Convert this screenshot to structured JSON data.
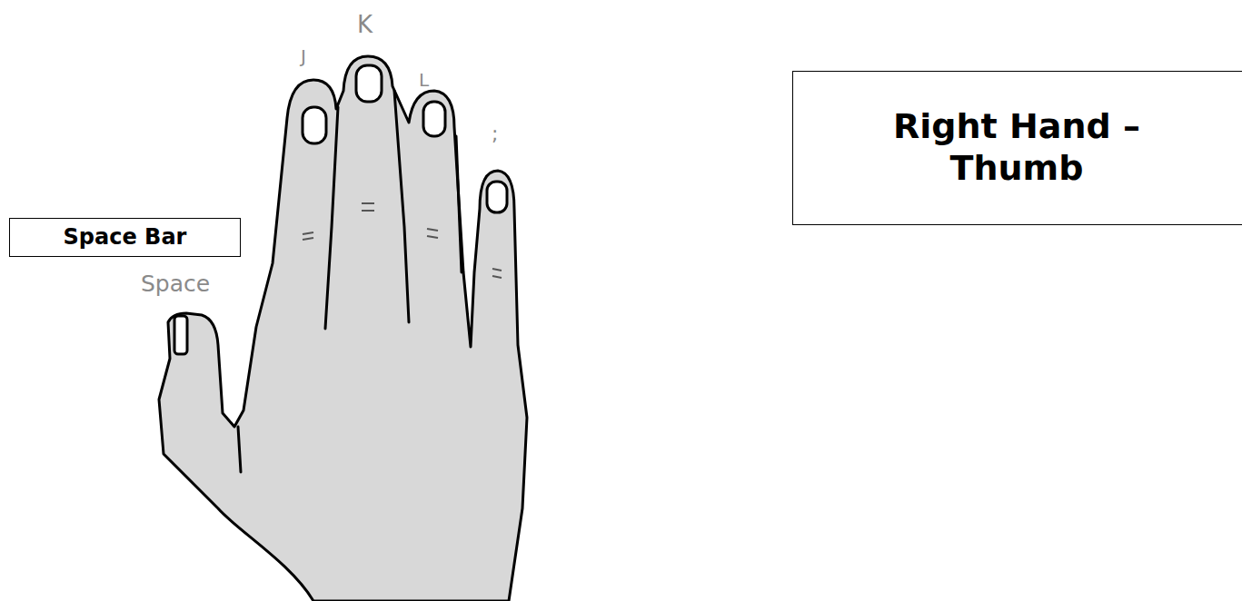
{
  "diagram": {
    "nodes": [
      {
        "text": [
          "Right Hand – Thumb"
        ]
      },
      {
        "text": [
          "Space Bar"
        ]
      }
    ],
    "labels": [
      "K",
      "J",
      "L",
      ";",
      "Space"
    ]
  }
}
